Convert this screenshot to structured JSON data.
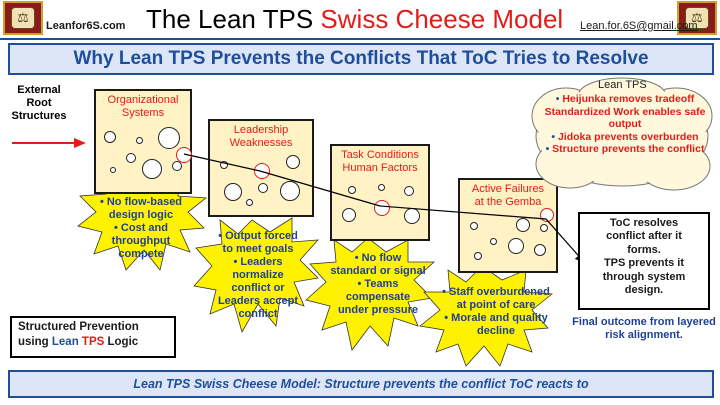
{
  "header": {
    "site_left": "Leanfor6S.com",
    "title_black": "The Lean TPS",
    "title_red": "Swiss Cheese Model",
    "site_right": "Lean.for.6S@gmail.com"
  },
  "banner": "Why Lean TPS Prevents the Conflicts That ToC Tries to Resolve",
  "external_root": "External Root Structures",
  "slices": [
    {
      "title_line1": "Organizational",
      "title_line2": "Systems"
    },
    {
      "title_line1": "Leadership",
      "title_line2": "Weaknesses"
    },
    {
      "title_line1": "Task Conditions",
      "title_line2": "Human Factors"
    },
    {
      "title_line1": "Active Failures",
      "title_line2": "at the Gemba"
    }
  ],
  "bursts": [
    {
      "lines": [
        "• No flow-based",
        "design logic",
        "• Cost and",
        "throughput",
        "compete"
      ]
    },
    {
      "lines": [
        "• Output forced",
        "to meet goals",
        "• Leaders",
        "normalize",
        "conflict or",
        "Leaders accept",
        "conflict"
      ]
    },
    {
      "lines": [
        "• No flow",
        "standard or signal",
        "• Teams",
        "compensate",
        "under pressure"
      ]
    },
    {
      "lines": [
        "• Staff overburdened",
        "at point of care",
        "• Morale and quality",
        "decline"
      ]
    }
  ],
  "lean_tps": {
    "title": "Lean TPS",
    "items": [
      "Heijunka removes tradeoff",
      "Standardized Work enables safe output",
      "Jidoka prevents overburden",
      "Structure prevents the conflict"
    ]
  },
  "toc_box": [
    "ToC resolves",
    "conflict after it",
    "forms.",
    "TPS prevents it",
    "through system",
    "design."
  ],
  "final_outcome": "Final outcome from layered risk alignment.",
  "structured_prevention": {
    "line1": "Structured Prevention",
    "line2_prefix": "using",
    "line2_blue": "Lean",
    "line2_red": "TPS",
    "line2_suffix": "Logic"
  },
  "footer": "Lean TPS Swiss Cheese Model: Structure prevents the conflict ToC reacts to",
  "colors": {
    "accent_blue": "#1f4e9c",
    "accent_red": "#e31b1b",
    "cheese": "#fff2c4",
    "burst": "#fff200"
  },
  "icons": [
    "scales-logo-icon",
    "arrow-right-icon"
  ]
}
